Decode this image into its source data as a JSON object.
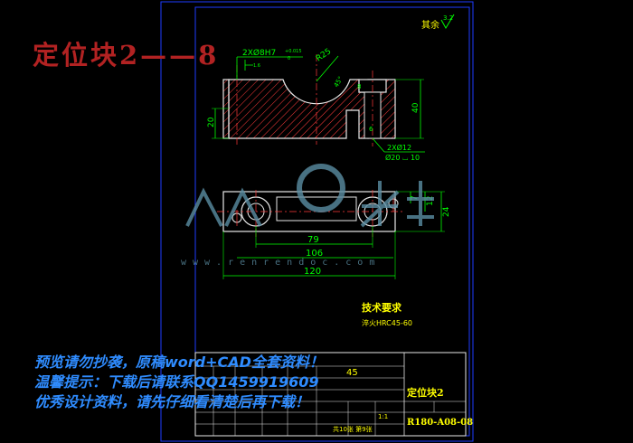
{
  "title": "定位块2——8",
  "surface_finish": {
    "label": "其余",
    "value": "3.2"
  },
  "front_view": {
    "dim_holes_top": "2XØ8H7",
    "dim_holes_sup": "+0.015",
    "dim_holes_sub": "0",
    "dim_radius": "R25",
    "dim_angle": "45°",
    "dim_small": "8",
    "dim_left_height": "20",
    "dim_right_height": "40",
    "dim_cbore_depth": "6",
    "dim_cbore_a": "2XØ12",
    "dim_cbore_b": "Ø20 ⌴ 10",
    "roughness_note": "1.6"
  },
  "top_view": {
    "dim_79": "79",
    "dim_106": "106",
    "dim_120": "120",
    "dim_7": "7",
    "dim_12": "12",
    "dim_24": "24"
  },
  "watermark": {
    "brand": "人人文库",
    "url": "www.renrendoc.com"
  },
  "tech_req": {
    "heading": "技术要求",
    "line": "淬火HRC45-60"
  },
  "title_block": {
    "part_name": "定位块2",
    "material": "45",
    "drawing_no": "R180-A08-08",
    "scale": "1:1",
    "sheets": "共10张 第9张"
  },
  "notice": {
    "line1": "预览请勿抄袭，原稿word+CAD全套资料！",
    "line2": "温馨提示：下载后请联系QQ1459919609",
    "line3": "优秀设计资料，请先仔细看清楚后再下载！"
  },
  "colors": {
    "frame": "#1e3cff",
    "outline": "#e8e8e8",
    "dimension": "#00ff00",
    "hatch": "#ff3b3b",
    "center": "#ff3b3b",
    "text_yellow": "#ffff00",
    "notice_blue": "#2f8cff",
    "title_red": "#b22222",
    "watermark": "#5b8ea3"
  }
}
